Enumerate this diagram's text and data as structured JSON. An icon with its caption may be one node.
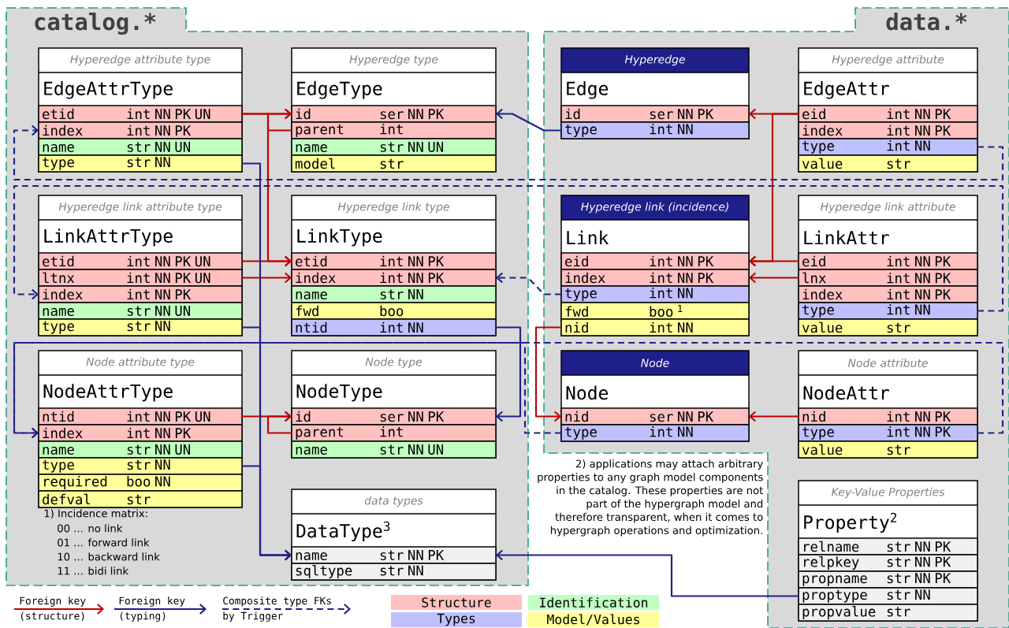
{
  "diagram": {
    "nodes": [
      {
        "text": [
          "catalog.*"
        ]
      },
      {
        "text": [
          "data.*"
        ]
      },
      {
        "text": [
          "Hyperedge attribute type",
          "EdgeAttrType"
        ],
        "in": 0
      },
      {
        "text": [
          "etid",
          "int NN PK UN"
        ],
        "in": 2
      },
      {
        "text": [
          "index",
          "int NN PK"
        ],
        "in": 2
      },
      {
        "text": [
          "name",
          "str NN UN"
        ],
        "in": 2
      },
      {
        "text": [
          "type",
          "str NN"
        ],
        "in": 2
      },
      {
        "text": [
          "Hyperedge type",
          "EdgeType"
        ],
        "in": 0
      },
      {
        "text": [
          "id",
          "ser NN PK"
        ],
        "in": 7
      },
      {
        "text": [
          "parent",
          "int"
        ],
        "in": 7
      },
      {
        "text": [
          "name",
          "str NN UN"
        ],
        "in": 7
      },
      {
        "text": [
          "model",
          "str"
        ],
        "in": 7
      },
      {
        "text": [
          "Hyperedge",
          "Edge"
        ],
        "in": 1
      },
      {
        "text": [
          "id",
          "ser NN PK"
        ],
        "in": 12
      },
      {
        "text": [
          "type",
          "int NN"
        ],
        "in": 12
      },
      {
        "text": [
          "Hyperedge attribute",
          "EdgeAttr"
        ],
        "in": 1
      },
      {
        "text": [
          "eid",
          "int NN PK"
        ],
        "in": 15
      },
      {
        "text": [
          "index",
          "int NN PK"
        ],
        "in": 15
      },
      {
        "text": [
          "type",
          "int NN"
        ],
        "in": 15
      },
      {
        "text": [
          "value",
          "str"
        ],
        "in": 15
      },
      {
        "text": [
          "Hyperedge link attribute type",
          "LinkAttrType"
        ],
        "in": 0
      },
      {
        "text": [
          "etid",
          "int NN PK UN"
        ],
        "in": 20
      },
      {
        "text": [
          "ltnx",
          "int NN PK UN"
        ],
        "in": 20
      },
      {
        "text": [
          "index",
          "int NN PK"
        ],
        "in": 20
      },
      {
        "text": [
          "name",
          "str NN UN"
        ],
        "in": 20
      },
      {
        "text": [
          "type",
          "str NN"
        ],
        "in": 20
      },
      {
        "text": [
          "Hyperedge link type",
          "LinkType"
        ],
        "in": 0
      },
      {
        "text": [
          "etid",
          "int NN PK"
        ],
        "in": 26
      },
      {
        "text": [
          "index",
          "int NN PK"
        ],
        "in": 26
      },
      {
        "text": [
          "name",
          "str NN"
        ],
        "in": 26
      },
      {
        "text": [
          "fwd",
          "boo"
        ],
        "in": 26
      },
      {
        "text": [
          "ntid",
          "int NN"
        ],
        "in": 26
      },
      {
        "text": [
          "Hyperedge link (incidence)",
          "Link"
        ],
        "in": 1
      },
      {
        "text": [
          "eid",
          "int NN PK"
        ],
        "in": 32
      },
      {
        "text": [
          "index",
          "int NN PK"
        ],
        "in": 32
      },
      {
        "text": [
          "type",
          "int NN"
        ],
        "in": 32
      },
      {
        "text": [
          "fwd",
          "boo $^{1}$"
        ],
        "in": 32
      },
      {
        "text": [
          "nid",
          "int NN"
        ],
        "in": 32
      },
      {
        "text": [
          "Hyperedge link attribute",
          "LinkAttr"
        ],
        "in": 1
      },
      {
        "text": [
          "eid",
          "int NN PK"
        ],
        "in": 38
      },
      {
        "text": [
          "lnx",
          "int NN PK"
        ],
        "in": 38
      },
      {
        "text": [
          "index",
          "int NN PK"
        ],
        "in": 38
      },
      {
        "text": [
          "type",
          "int NN"
        ],
        "in": 38
      },
      {
        "text": [
          "value",
          "str"
        ],
        "in": 38
      },
      {
        "text": [
          "Node attribute type",
          "NodeAttrType"
        ],
        "in": 0
      },
      {
        "text": [
          "ntid",
          "int NN PK UN"
        ],
        "in": 44
      },
      {
        "text": [
          "index",
          "int NN PK"
        ],
        "in": 44
      },
      {
        "text": [
          "name",
          "str NN UN"
        ],
        "in": 44
      },
      {
        "text": [
          "type",
          "str NN"
        ],
        "in": 44
      },
      {
        "text": [
          "required",
          "boo NN"
        ],
        "in": 44
      },
      {
        "text": [
          "defval",
          "str"
        ],
        "in": 44
      },
      {
        "text": [
          "Node type",
          "NodeType"
        ],
        "in": 0
      },
      {
        "text": [
          "id",
          "ser NN PK"
        ],
        "in": 51
      },
      {
        "text": [
          "parent",
          "int"
        ],
        "in": 51
      },
      {
        "text": [
          "name",
          "str NN UN"
        ],
        "in": 51
      },
      {
        "text": [
          "Node",
          "Node"
        ],
        "in": 1
      },
      {
        "text": [
          "nid",
          "ser NN PK"
        ],
        "in": 55
      },
      {
        "text": [
          "type",
          "int NN"
        ],
        "in": 55
      },
      {
        "text": [
          "Node attribute",
          "NodeAttr"
        ],
        "in": 1
      },
      {
        "text": [
          "nid",
          "int NN PK"
        ],
        "in": 58
      },
      {
        "text": [
          "type",
          "int NN PK"
        ],
        "in": 58
      },
      {
        "text": [
          "value",
          "str"
        ],
        "in": 58
      },
      {
        "text": [
          "data types",
          "DataType$^{3}$"
        ],
        "in": 0
      },
      {
        "text": [
          "name",
          "str NN PK"
        ],
        "in": 62
      },
      {
        "text": [
          "sqltype",
          "str NN"
        ],
        "in": 62
      },
      {
        "text": [
          "Key-Value Properties",
          "Property$^{2}$"
        ],
        "in": 1
      },
      {
        "text": [
          "relname",
          "str NN PK"
        ],
        "in": 65
      },
      {
        "text": [
          "relpkey",
          "str NN PK"
        ],
        "in": 65
      },
      {
        "text": [
          "propname",
          "str NN PK"
        ],
        "in": 65
      },
      {
        "text": [
          "proptype",
          "str NN"
        ],
        "in": 65
      },
      {
        "text": [
          "propvalue",
          "str"
        ],
        "in": 65
      }
    ],
    "edges": [
      {
        "from": 3,
        "to": 8,
        "arrow": "to"
      },
      {
        "from": 9,
        "to": 8,
        "arrow": "to"
      },
      {
        "from": 3,
        "to": 27,
        "arrow": "to"
      },
      {
        "from": 21,
        "to": 27,
        "arrow": "to"
      },
      {
        "from": 22,
        "to": 28,
        "arrow": "to"
      },
      {
        "from": 45,
        "to": 52,
        "arrow": "to"
      },
      {
        "from": 53,
        "to": 52,
        "arrow": "to"
      },
      {
        "from": 16,
        "to": 13,
        "arrow": "to"
      },
      {
        "from": 16,
        "to": 33,
        "arrow": "to"
      },
      {
        "from": 39,
        "to": 33,
        "arrow": "to"
      },
      {
        "from": 40,
        "to": 34,
        "arrow": "to"
      },
      {
        "from": 37,
        "to": 56,
        "arrow": "to"
      },
      {
        "from": 59,
        "to": 56,
        "arrow": "to"
      },
      {
        "from": 14,
        "to": 8,
        "arrow": "to",
        "color": "#20208a"
      },
      {
        "from": 31,
        "to": 52,
        "arrow": "to",
        "color": "#20208a"
      },
      {
        "from": 6,
        "to": 63,
        "arrow": "to",
        "color": "#20208a"
      },
      {
        "from": 25,
        "to": 63,
        "arrow": "to",
        "color": "#20208a"
      },
      {
        "from": 48,
        "to": 63,
        "arrow": "to",
        "color": "#20208a"
      },
      {
        "from": 69,
        "to": 63,
        "arrow": "to",
        "color": "#20208a"
      },
      {
        "from": 18,
        "to": 4,
        "arrow": "to",
        "style": "dashed",
        "color": "#20208a"
      },
      {
        "from": 35,
        "to": 28,
        "arrow": "to",
        "style": "dashed",
        "color": "#20208a"
      },
      {
        "from": 42,
        "to": 23,
        "arrow": "to",
        "style": "dashed",
        "color": "#20208a"
      },
      {
        "from": 60,
        "to": 46,
        "arrow": "to",
        "style": "dashed",
        "color": "#20208a"
      },
      {
        "from": 57,
        "to": 46,
        "arrow": "to",
        "style": "dashed",
        "color": "#20208a"
      }
    ],
    "labels": [
      "1) Incidence matrix:",
      "00 ... no link",
      "01 ... forward link",
      "10 ... backward link",
      "11 ... bidi link",
      "2) applications may attach arbitrary properties to any graph model components in the catalog. These properties are not part of the hypergraph model and therefore transparent, when it comes to hypergraph operations and optimization."
    ],
    "legend": [
      {
        "text": "Foreign key (structure)"
      },
      {
        "text": "Foreign key (typing)"
      },
      {
        "text": "Composite type FKs by Trigger"
      },
      {
        "text": "Structure",
        "color": "#ffc0c0"
      },
      {
        "text": "Identification",
        "color": "#c0ffc0"
      },
      {
        "text": "Types",
        "color": "#c0c0ff"
      },
      {
        "text": "Model/Values",
        "color": "#ffff99"
      }
    ]
  }
}
